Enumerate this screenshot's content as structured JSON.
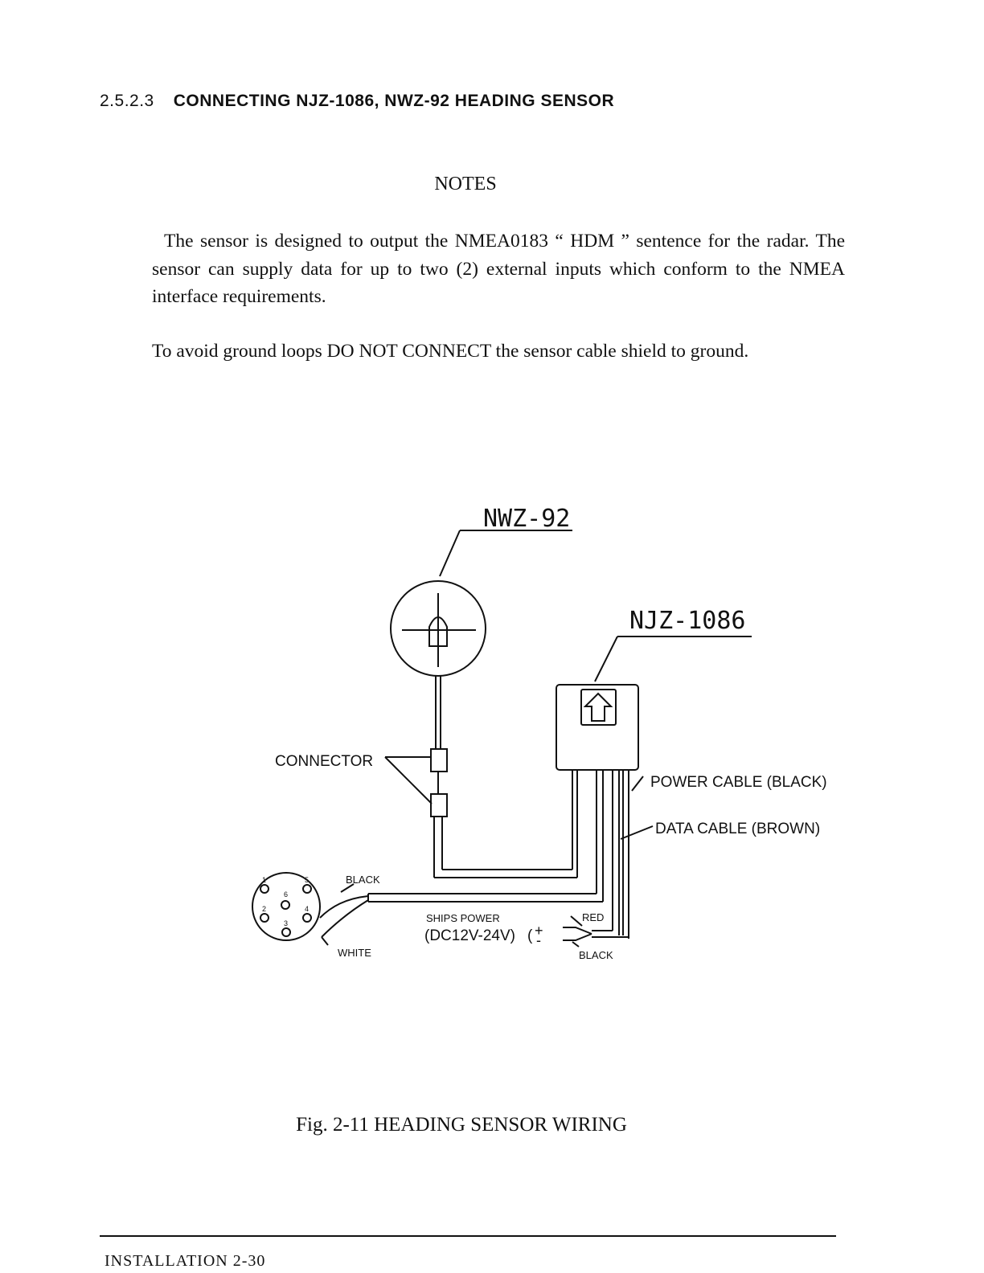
{
  "section": {
    "number": "2.5.2.3",
    "title": "CONNECTING NJZ-1086, NWZ-92 HEADING SENSOR"
  },
  "notes": {
    "title": "NOTES",
    "paragraph1": "The sensor is designed to output the NMEA0183 “ HDM ” sentence for the radar. The sensor can supply data for up to two (2) external inputs which conform to the NMEA interface requirements.",
    "paragraph2": "To avoid ground loops DO NOT CONNECT the sensor cable shield to ground."
  },
  "diagram": {
    "sensor_label": "NWZ-92",
    "unit_label": "NJZ-1086",
    "connector_label": "CONNECTOR",
    "power_cable_label": "POWER CABLE (BLACK)",
    "data_cable_label": "DATA CABLE (BROWN)",
    "wire_black_label": "BLACK",
    "wire_white_label": "WHITE",
    "ships_power_label": "SHIPS POWER",
    "voltage_label": "(DC12V-24V)",
    "plus_sign": "+",
    "minus_sign": "-",
    "red_label": "RED",
    "black_label_power": "BLACK",
    "pin_numbers": [
      "1",
      "2",
      "3",
      "4",
      "5",
      "6"
    ]
  },
  "figure": {
    "caption": "Fig. 2-11 HEADING SENSOR WIRING"
  },
  "footer": {
    "text": "INSTALLATION 2-30"
  }
}
